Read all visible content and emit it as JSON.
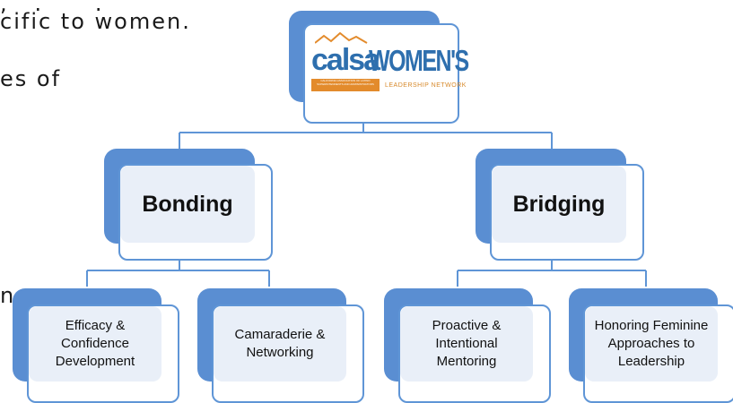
{
  "background_text": {
    "line1": "cific to women.",
    "line2": "es of",
    "line3": "n"
  },
  "logo": {
    "brand": "calsa",
    "title": "WOMEN'S",
    "subtitle": "LEADERSHIP NETWORK",
    "tagline": "CALIFORNIA ASSOCIATION OF LATINO SUPERINTENDENTS AND ADMINISTRATORS"
  },
  "branches": [
    {
      "label": "Bonding",
      "children": [
        "Efficacy &\nConfidence\nDevelopment",
        "Camaraderie &\nNetworking"
      ]
    },
    {
      "label": "Bridging",
      "children": [
        "Proactive &\nIntentional\nMentoring",
        "Honoring Feminine\nApproaches to\nLeadership"
      ]
    }
  ],
  "colors": {
    "shadow": "#5a8ed2",
    "border": "#5f95d6",
    "inner_fill": "#e9eff8",
    "logo_blue": "#2e6fae",
    "logo_orange": "#e38b2c"
  }
}
